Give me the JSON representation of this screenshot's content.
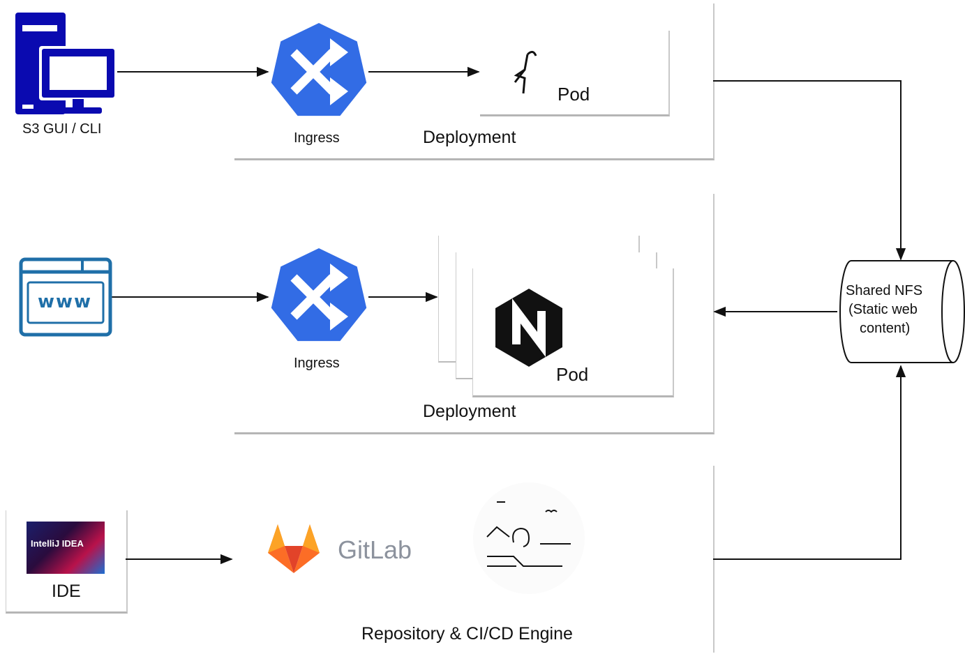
{
  "clients": {
    "s3": {
      "label": "S3 GUI / CLI"
    },
    "browser": {
      "icon_text": "www"
    },
    "ide": {
      "label": "IDE",
      "logo_text": "IntelliJ IDEA"
    }
  },
  "row1": {
    "ingress_label": "Ingress",
    "pod_label": "Pod",
    "deployment_label": "Deployment"
  },
  "row2": {
    "ingress_label": "Ingress",
    "pod_label": "Pod",
    "deployment_label": "Deployment",
    "pod_logo_letter": "N"
  },
  "row3": {
    "gitlab_text": "GitLab",
    "caption": "Repository & CI/CD Engine"
  },
  "storage": {
    "line1": "Shared NFS",
    "line2": "(Static web",
    "line3": "content)"
  },
  "colors": {
    "server_blue": "#0a0ab0",
    "ingress_blue": "#326ce5",
    "browser_blue": "#1f6fa8",
    "nginx_black": "#111111",
    "gitlab_orange": "#fc6d26",
    "gitlab_gray": "#8c929d"
  }
}
